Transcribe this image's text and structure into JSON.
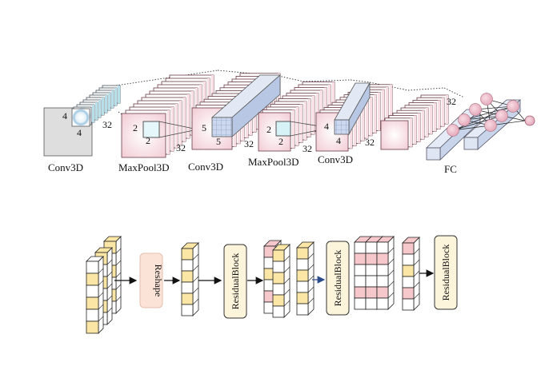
{
  "top_network": {
    "stage_labels": [
      "Conv3D",
      "MaxPool3D",
      "Conv3D",
      "MaxPool3D",
      "Conv3D",
      "FC"
    ],
    "conv1": {
      "kernel_h": "4",
      "kernel_w": "4",
      "channels": "32"
    },
    "pool1": {
      "kernel_h": "2",
      "kernel_w": "2",
      "channels": "32"
    },
    "conv2": {
      "kernel_h": "5",
      "kernel_w": "5",
      "channels": "32"
    },
    "pool2": {
      "kernel_h": "2",
      "kernel_w": "2",
      "channels": "32"
    },
    "conv3": {
      "kernel_h": "4",
      "kernel_w": "4",
      "channels": "32"
    },
    "fc_channels": "32"
  },
  "bottom_network": {
    "block_labels": [
      "Reshape",
      "ResidualBlock",
      "ResidualBlock",
      "ResidualBlock"
    ]
  },
  "colors": {
    "input_gray": "#dedede",
    "feature_pink": "#f7dfe3",
    "feature_blue": "#dff1f7",
    "grid_blue": "#c6d5ee",
    "neuron_pink": "#e9b6c5",
    "cube_yellow": "#fbe6a6",
    "cube_pink": "#f6c8cc",
    "reshape_fill": "#fbe3d8",
    "block_fill": "#fdf4dc",
    "accent_arrow": "#2b4a8a"
  }
}
